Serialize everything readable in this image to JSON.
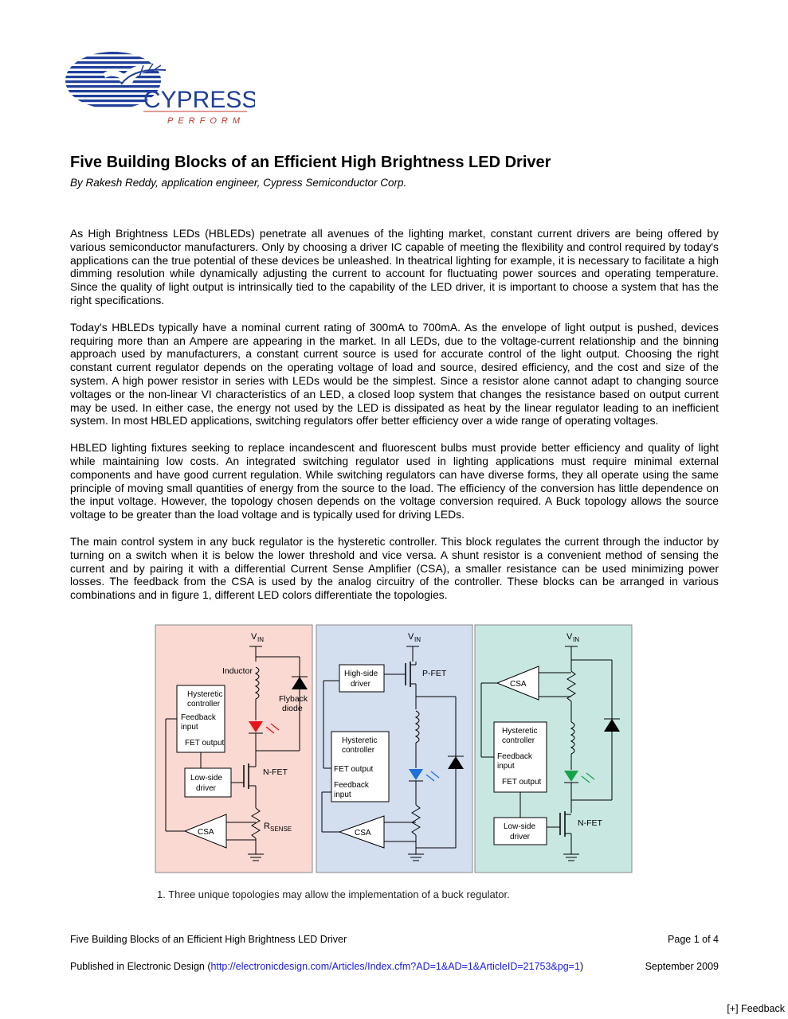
{
  "logo": {
    "brand": "CYPRESS",
    "tagline": "PERFORM"
  },
  "article": {
    "title": "Five Building Blocks of an Efficient High Brightness LED Driver",
    "byline": "By Rakesh Reddy, application engineer, Cypress Semiconductor Corp.",
    "paragraphs": [
      "As High Brightness LEDs (HBLEDs) penetrate all avenues of the lighting market, constant current drivers are being offered by various semiconductor manufacturers. Only by choosing a driver IC capable of meeting the flexibility and control required by today's applications can the true potential of these devices be unleashed. In theatrical lighting for example, it is necessary to facilitate a high dimming resolution while dynamically adjusting the current to account for fluctuating power sources and operating temperature. Since the quality of light output is intrinsically tied to the capability of the LED driver, it is important to choose a system that has the right specifications.",
      "Today's HBLEDs typically have a nominal current rating of 300mA to 700mA. As the envelope of light output is pushed, devices requiring more than an Ampere are appearing in the market. In all LEDs, due to the voltage-current relationship and the binning approach used by manufacturers, a constant current source is used for accurate control of the light output. Choosing the right constant current regulator depends on the operating voltage of load and source, desired efficiency, and the cost and size of the system. A high power resistor in series with LEDs would be the simplest. Since a resistor alone cannot adapt to changing source voltages or the non-linear VI characteristics of an LED, a closed loop system that changes the resistance based on output current may be used. In either case, the energy not used by the LED is dissipated as heat by the linear regulator leading to an inefficient system. In most HBLED applications, switching regulators offer better efficiency over a wide range of operating voltages.",
      "HBLED lighting fixtures seeking to replace incandescent and fluorescent bulbs must provide better efficiency and quality of light while maintaining low costs. An integrated switching regulator used in lighting applications must require minimal external components and have good current regulation. While switching regulators can have diverse forms, they all operate using the same principle of moving small quantities of energy from the source to the load. The efficiency of the conversion has little dependence on the input voltage. However, the topology chosen depends on the voltage conversion required. A Buck topology allows the source voltage to be greater than the load voltage and is typically used for driving LEDs.",
      "The main control system in any buck regulator is the hysteretic controller. This block regulates the current through the inductor by turning on a switch when it is below the lower threshold and vice versa. A shunt resistor is a convenient method of sensing the current and by pairing it with a differential Current Sense Amplifier (CSA), a smaller resistance can be used minimizing power losses. The feedback from the CSA is used by the analog circuitry of the controller. These blocks can be arranged in various combinations and in figure 1, different LED colors differentiate the topologies."
    ]
  },
  "figure": {
    "caption": "1. Three unique topologies may allow the implementation of a buck regulator.",
    "vin": "V",
    "vin_sub": "IN",
    "panel1": {
      "inductor": "Inductor",
      "ctrl_l1": "Hysteretic",
      "ctrl_l2": "controller",
      "fb_l1": "Feedback",
      "fb_l2": "input",
      "fet_out": "FET output",
      "flyback_l1": "Flyback",
      "flyback_l2": "diode",
      "drv_l1": "Low-side",
      "drv_l2": "driver",
      "nfet": "N-FET",
      "rsense": "R",
      "rsense_sub": "SENSE",
      "csa": "CSA"
    },
    "panel2": {
      "drv_l1": "High-side",
      "drv_l2": "driver",
      "pfet": "P-FET",
      "ctrl_l1": "Hysteretic",
      "ctrl_l2": "controller",
      "fet_out": "FET output",
      "fb_l1": "Feedback",
      "fb_l2": "input",
      "csa": "CSA"
    },
    "panel3": {
      "csa": "CSA",
      "ctrl_l1": "Hysteretic",
      "ctrl_l2": "controller",
      "fb_l1": "Feedback",
      "fb_l2": "input",
      "fet_out": "FET output",
      "drv_l1": "Low-side",
      "drv_l2": "driver",
      "nfet": "N-FET"
    },
    "colors": {
      "panel1": "#f9d9d2",
      "panel2": "#d3deef",
      "panel3": "#c8e7e1",
      "led1": "#e8141c",
      "led2": "#1f6fd8",
      "led3": "#17a34a"
    }
  },
  "footer": {
    "doc_title": "Five Building Blocks of an Efficient High Brightness LED Driver",
    "page": "Page 1 of 4",
    "published_prefix": "Published in Electronic Design (",
    "url": "http://electronicdesign.com/Articles/Index.cfm?AD=1&AD=1&ArticleID=21753&pg=1",
    "published_suffix": ")",
    "date": "September 2009",
    "feedback": "[+] Feedback"
  }
}
